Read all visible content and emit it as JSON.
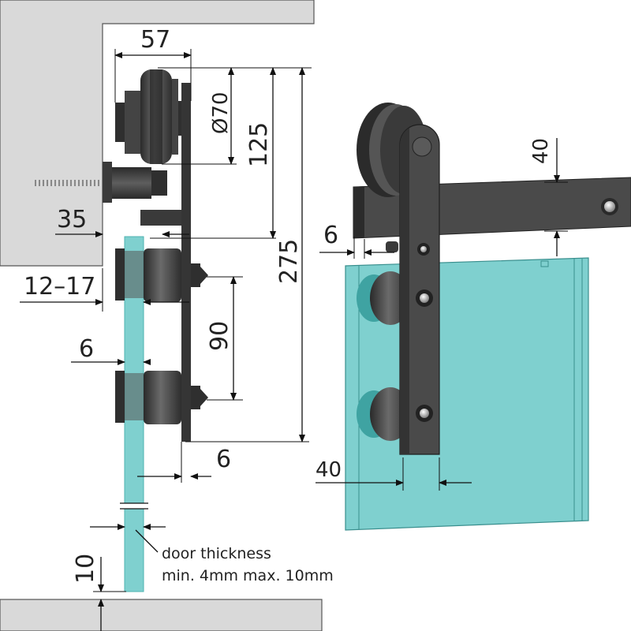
{
  "dimensions": {
    "roller_width": "57",
    "wheel_diameter": "Ø70",
    "wheel_to_rail": "125",
    "total_height": "275",
    "wall_gap": "35",
    "glass_clamp_range": "12–17",
    "bolt_spacing": "90",
    "spacer": "6",
    "plate_thickness": "6",
    "floor_gap": "10",
    "side_spacer": "6",
    "rail_height": "40",
    "strap_width": "40"
  },
  "labels": {
    "door_thickness_title": "door thickness",
    "door_thickness_range": "min. 4mm   max. 10mm"
  },
  "colors": {
    "wall": "#d9d9d9",
    "steel": "#3c3c3c",
    "glass": "#7fd0cf",
    "glass_dark": "#4fb3b2"
  }
}
